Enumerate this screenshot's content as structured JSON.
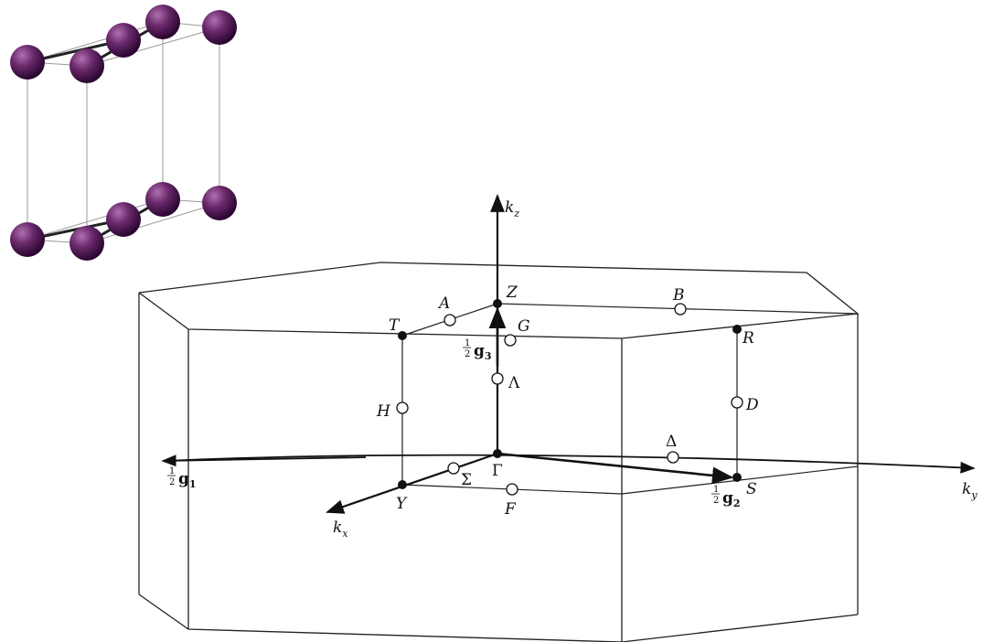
{
  "diagram": {
    "axes": {
      "kx": "k",
      "kx_sub": "x",
      "ky": "k",
      "ky_sub": "y",
      "kz": "k",
      "kz_sub": "z"
    },
    "vectors": {
      "g1_frac": "1/2",
      "g1": "g",
      "g1_sub": "1",
      "g2_frac": "1/2",
      "g2": "g",
      "g2_sub": "2",
      "g3_frac": "1/2",
      "g3": "g",
      "g3_sub": "3"
    },
    "points": {
      "Gamma": "Γ",
      "Z": "Z",
      "T": "T",
      "Y": "Y",
      "S": "S",
      "R": "R"
    },
    "lines": {
      "A": "A",
      "B": "B",
      "G": "G",
      "Lambda": "Λ",
      "H": "H",
      "D": "D",
      "Sigma": "Σ",
      "F": "F",
      "Delta": "Δ"
    },
    "frac_num": "1",
    "frac_den": "2",
    "colors": {
      "atom": "#5a1a5c",
      "atom_highlight": "#b070b0",
      "line": "#222222",
      "cell": "#888888"
    }
  }
}
